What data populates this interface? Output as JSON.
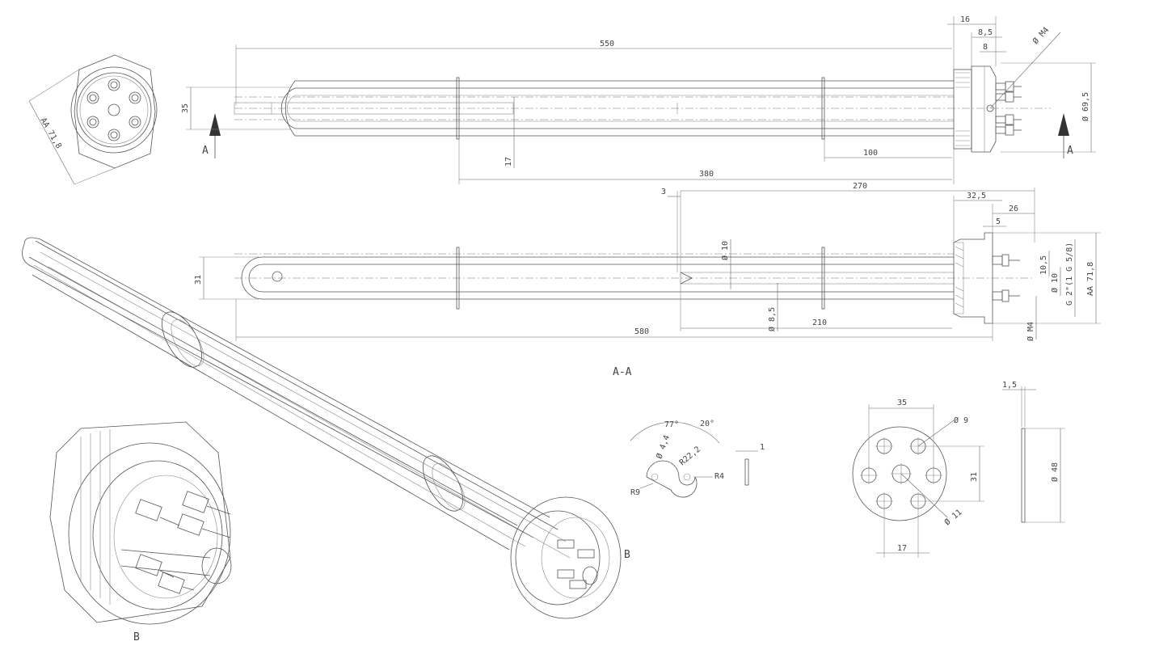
{
  "views": {
    "section_label": "A-A",
    "cut_marker": "A",
    "detail_marker": "B"
  },
  "dims": {
    "d550": "550",
    "d16": "16",
    "d8_5": "8,5",
    "d8": "8",
    "dM4_top": "Ø M4",
    "d69_5": "Ø 69,5",
    "d35": "35",
    "d17_top": "17",
    "d100": "100",
    "d380": "380",
    "d3": "3",
    "d270": "270",
    "d32_5": "32,5",
    "d26": "26",
    "d5": "5",
    "d10_top": "Ø 10",
    "d31": "31",
    "d8_5b": "Ø 8,5",
    "d210": "210",
    "d580": "580",
    "d10_5": "10,5",
    "d10_r": "Ø 10",
    "dG2": "G 2\"(1 G 5/8)",
    "dAA_r": "AA 71,8",
    "dM4_bot": "Ø M4",
    "dAA_hex": "AA 71,8",
    "d77": "77°",
    "d20": "20°",
    "d4_4": "Ø 4,4",
    "d22_2": "R22,2",
    "dR4": "R4",
    "dR9": "R9",
    "d1": "1",
    "d35_plate": "35",
    "d9": "Ø 9",
    "d31_plate": "31",
    "d11": "Ø 11",
    "d17_plate": "17",
    "d1_5": "1,5",
    "d48": "Ø 48"
  }
}
